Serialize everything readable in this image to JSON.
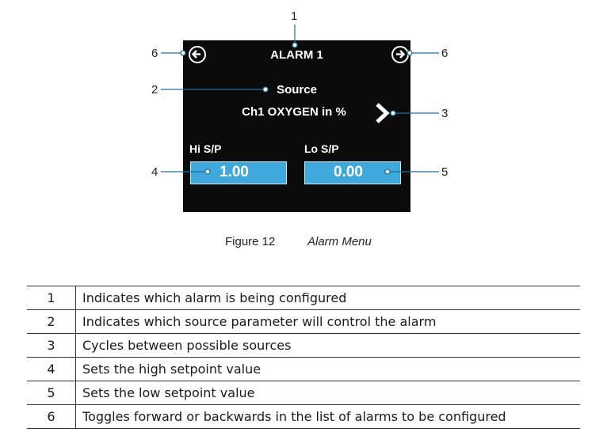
{
  "screen": {
    "title": "ALARM 1",
    "source_label": "Source",
    "source_value": "Ch1 OXYGEN in %",
    "hi_label": "Hi S/P",
    "hi_value": "1.00",
    "lo_label": "Lo S/P",
    "lo_value": "0.00",
    "background_color": "#0b0b0b",
    "field_color": "#3fa9dc",
    "prev_icon": "circle-arrow-left-icon",
    "next_icon": "circle-arrow-right-icon",
    "source_next_icon": "chevron-right-icon"
  },
  "callouts": {
    "c1": "1",
    "c2": "2",
    "c3": "3",
    "c4": "4",
    "c5": "5",
    "c6_left": "6",
    "c6_right": "6"
  },
  "figure": {
    "number": "Figure 12",
    "title": "Alarm Menu"
  },
  "legend": {
    "rows": [
      {
        "num": "1",
        "desc": "Indicates which alarm is being configured"
      },
      {
        "num": "2",
        "desc": "Indicates which source parameter will control the alarm"
      },
      {
        "num": "3",
        "desc": "Cycles between possible sources"
      },
      {
        "num": "4",
        "desc": "Sets the high setpoint value"
      },
      {
        "num": "5",
        "desc": "Sets the low setpoint value"
      },
      {
        "num": "6",
        "desc": "Toggles forward or backwards in the list of alarms to be configured"
      }
    ]
  }
}
